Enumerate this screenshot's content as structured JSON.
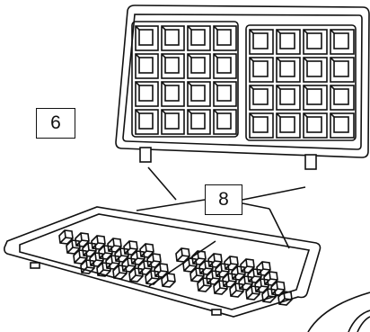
{
  "labels": {
    "top_plate_label": "6",
    "bottom_plate_label": "8"
  },
  "colors": {
    "line": "#111111",
    "background": "#ffffff"
  },
  "components": {
    "top_plate": {
      "sections": 2,
      "grid_rows": 4,
      "grid_cols": 4
    },
    "bottom_plate": {
      "sections": 2,
      "grid_rows": 4,
      "grid_cols": 6
    }
  }
}
